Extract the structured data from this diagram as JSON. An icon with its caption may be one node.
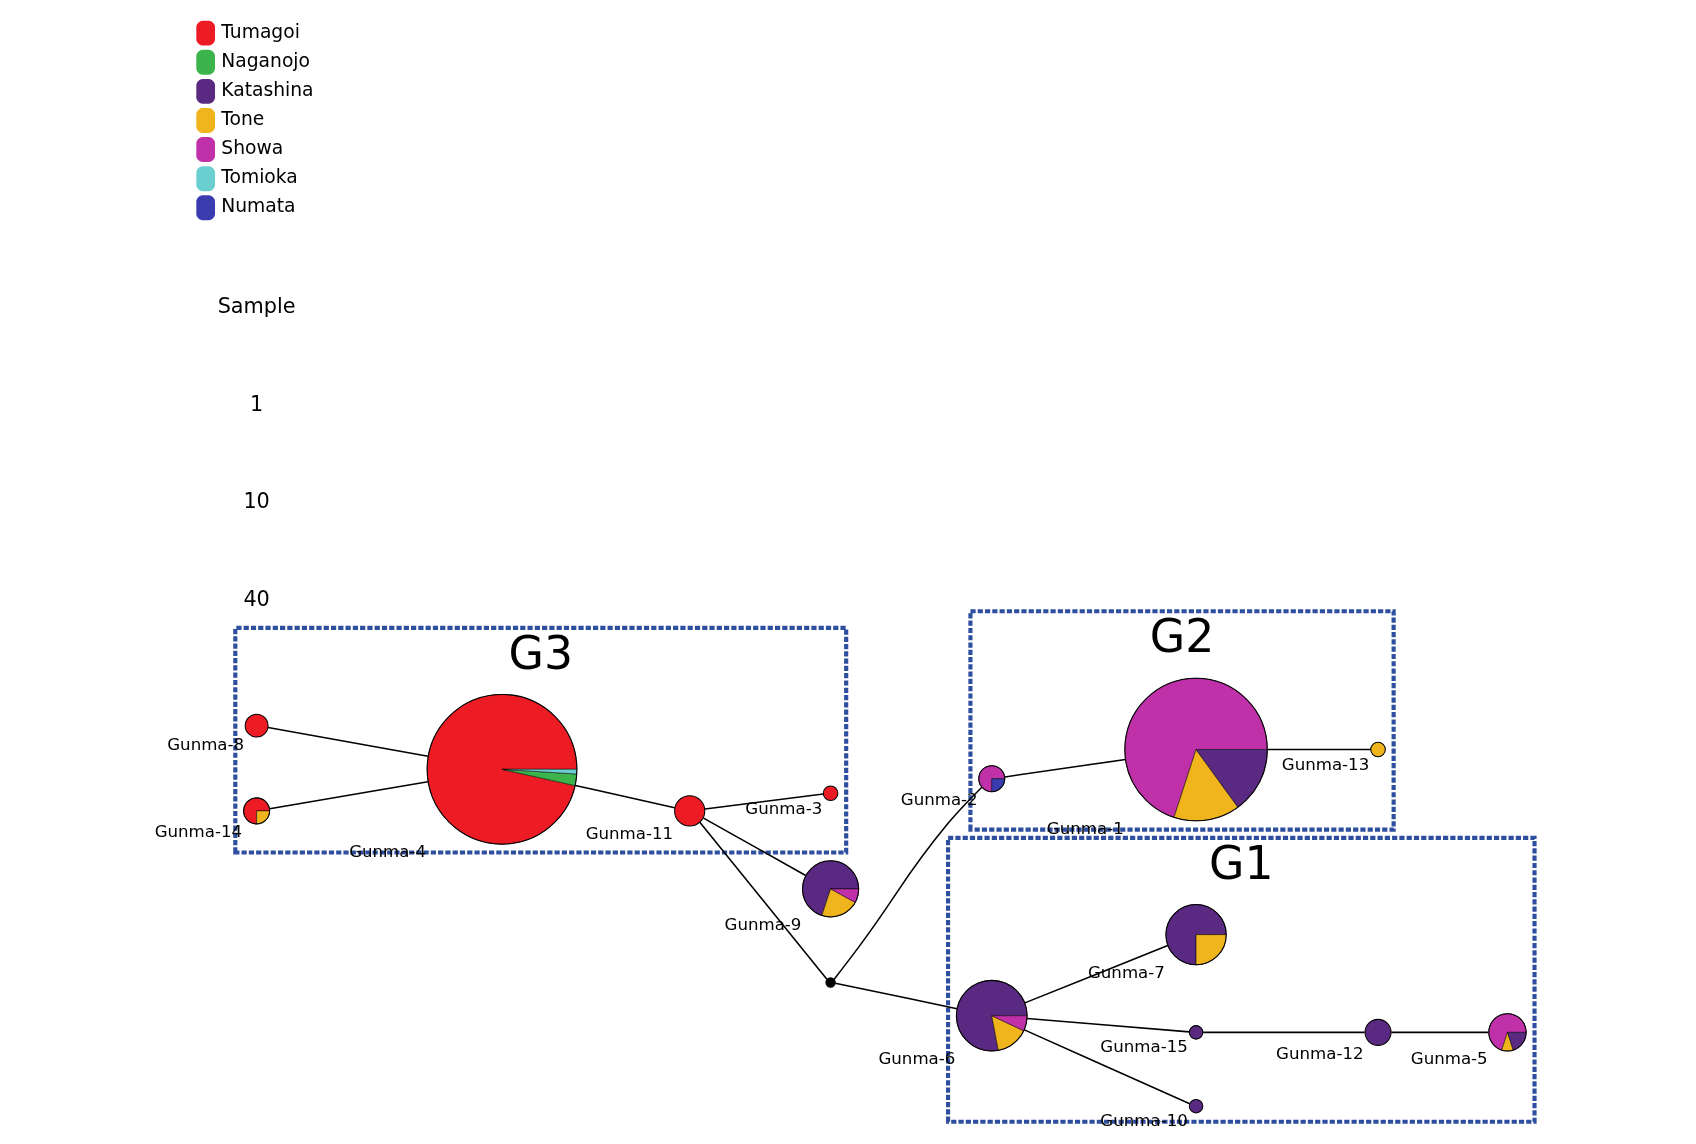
{
  "diagram": {
    "nodes": [
      {
        "text": [
          "G3"
        ]
      },
      {
        "text": [],
        "shape": "circle",
        "beside": [
          "Gunma-8"
        ],
        "in": 0
      },
      {
        "text": [],
        "shape": "circle",
        "beside": [
          "Gunma-4"
        ],
        "in": 0
      },
      {
        "text": [],
        "shape": "circle",
        "beside": [
          "Gunma-14"
        ],
        "in": 0
      },
      {
        "text": [],
        "shape": "circle",
        "beside": [
          "Gunma-11"
        ],
        "in": 0
      },
      {
        "text": [],
        "shape": "circle",
        "beside": [
          "Gunma-3"
        ],
        "in": 0
      },
      {
        "text": [],
        "shape": "circle",
        "beside": [
          "Gunma-9"
        ]
      },
      {
        "text": [],
        "shape": "circle"
      },
      {
        "text": [
          "G2"
        ]
      },
      {
        "text": [],
        "shape": "circle",
        "beside": [
          "Gunma-2"
        ],
        "in": 8
      },
      {
        "text": [],
        "shape": "circle",
        "beside": [
          "Gunma-1"
        ],
        "in": 8
      },
      {
        "text": [],
        "shape": "circle",
        "beside": [
          "Gunma-13"
        ],
        "in": 8
      },
      {
        "text": [
          "G1"
        ]
      },
      {
        "text": [],
        "shape": "circle",
        "beside": [
          "Gunma-10"
        ],
        "in": 12
      },
      {
        "text": [],
        "shape": "circle",
        "beside": [
          "Gunma-15"
        ],
        "in": 12
      },
      {
        "text": [],
        "shape": "circle",
        "beside": [
          "Gunma-5"
        ],
        "in": 12
      },
      {
        "text": [],
        "shape": "circle",
        "beside": [
          "Gunma-12"
        ],
        "in": 12
      },
      {
        "text": [],
        "shape": "circle",
        "beside": [
          "Gunma-6"
        ],
        "in": 12
      },
      {
        "text": [],
        "shape": "circle",
        "beside": [
          "Gunma-7"
        ],
        "in": 12
      }
    ],
    "edges": [
      {
        "from": 1,
        "to": 2,
        "arrow": "none"
      },
      {
        "from": 3,
        "to": 2,
        "arrow": "none"
      },
      {
        "from": 2,
        "to": 4,
        "arrow": "none"
      },
      {
        "from": 4,
        "to": 6,
        "arrow": "none"
      },
      {
        "from": 4,
        "to": 5,
        "arrow": "none"
      },
      {
        "from": 4,
        "to": 7,
        "arrow": "none"
      },
      {
        "from": 7,
        "to": 9,
        "arrow": "none"
      },
      {
        "from": 7,
        "to": 17,
        "arrow": "none"
      },
      {
        "from": 9,
        "to": 10,
        "arrow": "none"
      },
      {
        "from": 10,
        "to": 11,
        "arrow": "none"
      },
      {
        "from": 17,
        "to": 13,
        "arrow": "none"
      },
      {
        "from": 17,
        "to": 14,
        "arrow": "none"
      },
      {
        "from": 14,
        "to": 16,
        "arrow": "none"
      },
      {
        "from": 16,
        "to": 15,
        "arrow": "none"
      },
      {
        "from": 17,
        "to": 18,
        "arrow": "none"
      }
    ],
    "labels": [
      "40",
      "10",
      "1",
      "Sample"
    ],
    "legend": [
      {
        "text": "Tumagoi",
        "color": "#ed1c24"
      },
      {
        "text": "Naganojo",
        "color": "#3cb44b"
      },
      {
        "text": "Katashina",
        "color": "#5a2a82"
      },
      {
        "text": "Tone",
        "color": "#f0b41c"
      },
      {
        "text": "Showa",
        "color": "#c030a8"
      },
      {
        "text": "Tomioka",
        "color": "#6ccfcf"
      },
      {
        "text": "Numata",
        "color": "#3b3bb0"
      }
    ]
  }
}
